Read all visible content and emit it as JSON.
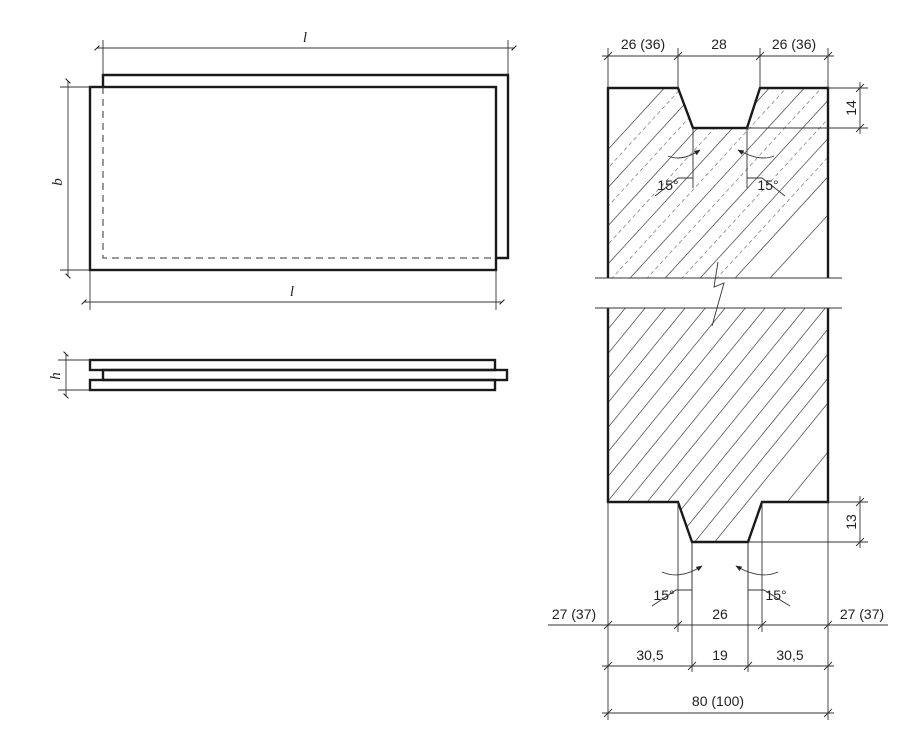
{
  "drawing": {
    "plan_view": {
      "length_top": "l",
      "length_bottom": "l",
      "width": "b"
    },
    "side_view": {
      "thickness": "h"
    },
    "section": {
      "top_left_width": "26 (36)",
      "top_groove_width": "28",
      "top_right_width": "26 (36)",
      "top_groove_depth": "14",
      "top_angle_left": "15°",
      "top_angle_right": "15°",
      "bottom_angle_left": "15°",
      "bottom_angle_right": "15°",
      "bottom_tongue_depth": "13",
      "bottom_left_offset": "27 (37)",
      "bottom_tongue_width": "26",
      "bottom_right_offset": "27 (37)",
      "bottom_left_segment": "30,5",
      "bottom_tongue_base": "19",
      "bottom_right_segment": "30,5",
      "overall_width": "80 (100)"
    }
  }
}
